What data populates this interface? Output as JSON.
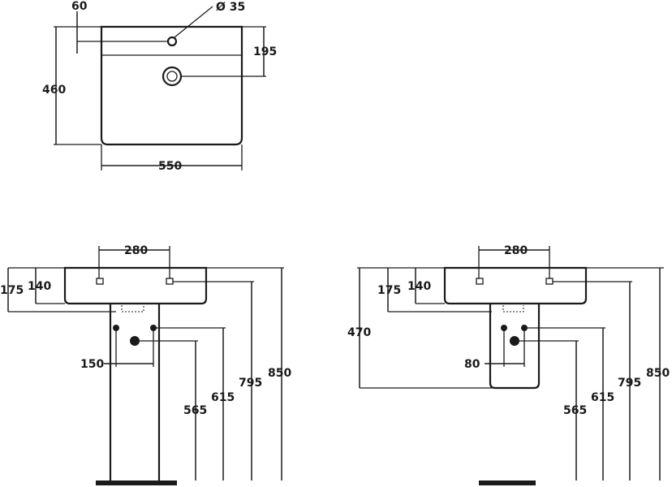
{
  "top_view": {
    "dim_tap_offset": "60",
    "dim_tap_hole": "Ø 35",
    "dim_depth_to_waste": "195",
    "dim_depth": "460",
    "dim_width": "550"
  },
  "pedestal_view": {
    "dim_tap_spacing": "280",
    "dim_rim_height": "175",
    "dim_bowl_height": "140",
    "dim_supply_spacing": "150",
    "dim_waste_height": "565",
    "dim_supply_height": "615",
    "dim_fixing_height": "795",
    "dim_total_height": "850"
  },
  "semi_pedestal_view": {
    "dim_tap_spacing": "280",
    "dim_rim_height": "175",
    "dim_bowl_height": "140",
    "dim_semi_pedestal_height": "470",
    "dim_supply_spacing": "80",
    "dim_waste_height": "565",
    "dim_supply_height": "615",
    "dim_fixing_height": "795",
    "dim_total_height": "850"
  }
}
